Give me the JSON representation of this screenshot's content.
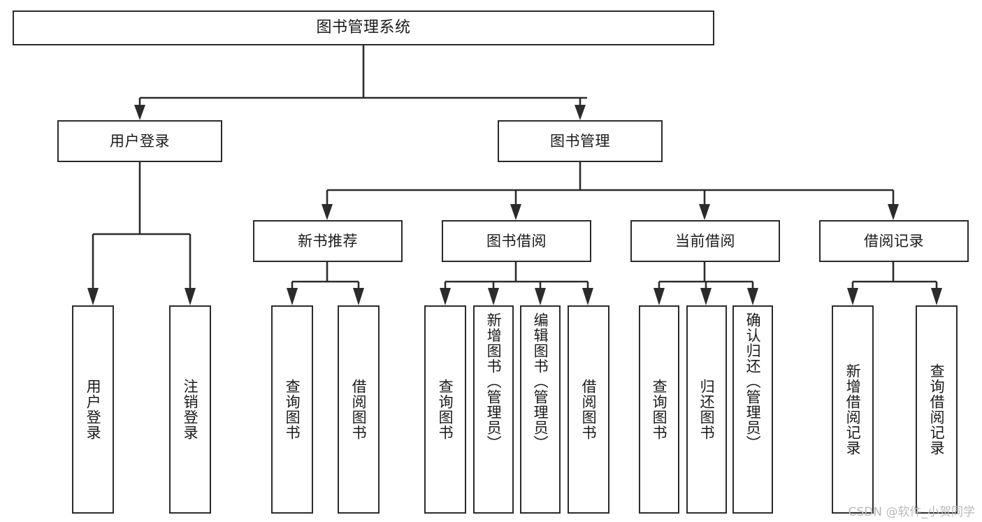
{
  "diagram": {
    "type": "tree",
    "title": "图书管理系统",
    "orientation": "top-down",
    "watermark": "CSDN @软件_小贺同学",
    "colors": {
      "stroke": "#2b2b2b",
      "fill": "#ffffff",
      "text": "#1a1a1a",
      "watermark": "#b9b9b9"
    },
    "nodes": {
      "root": {
        "label": "图书管理系统"
      },
      "level1": [
        {
          "id": "user-login",
          "label": "用户登录"
        },
        {
          "id": "book-manage",
          "label": "图书管理"
        }
      ],
      "level2": [
        {
          "id": "new-book-rec",
          "label": "新书推荐",
          "parent": "book-manage"
        },
        {
          "id": "book-borrow",
          "label": "图书借阅",
          "parent": "book-manage"
        },
        {
          "id": "current-borrow",
          "label": "当前借阅",
          "parent": "book-manage"
        },
        {
          "id": "borrow-record",
          "label": "借阅记录",
          "parent": "book-manage"
        }
      ],
      "leaves": [
        {
          "id": "leaf-user-login",
          "label": "用户登录",
          "parent": "user-login"
        },
        {
          "id": "leaf-user-logout",
          "label": "注销登录",
          "parent": "user-login"
        },
        {
          "id": "leaf-query-book-1",
          "label": "查询图书",
          "parent": "new-book-rec"
        },
        {
          "id": "leaf-borrow-book-1",
          "label": "借阅图书",
          "parent": "new-book-rec"
        },
        {
          "id": "leaf-query-book-2",
          "label": "查询图书",
          "parent": "book-borrow"
        },
        {
          "id": "leaf-add-book",
          "label": "新增图书（管理员）",
          "parent": "book-borrow"
        },
        {
          "id": "leaf-edit-book",
          "label": "编辑图书（管理员）",
          "parent": "book-borrow"
        },
        {
          "id": "leaf-borrow-book-2",
          "label": "借阅图书",
          "parent": "book-borrow"
        },
        {
          "id": "leaf-query-book-3",
          "label": "查询图书",
          "parent": "current-borrow"
        },
        {
          "id": "leaf-return-book",
          "label": "归还图书",
          "parent": "current-borrow"
        },
        {
          "id": "leaf-confirm-return",
          "label": "确认归还（管理员）",
          "parent": "current-borrow"
        },
        {
          "id": "leaf-add-record",
          "label": "新增借阅记录",
          "parent": "borrow-record"
        },
        {
          "id": "leaf-query-record",
          "label": "查询借阅记录",
          "parent": "borrow-record"
        }
      ]
    }
  }
}
